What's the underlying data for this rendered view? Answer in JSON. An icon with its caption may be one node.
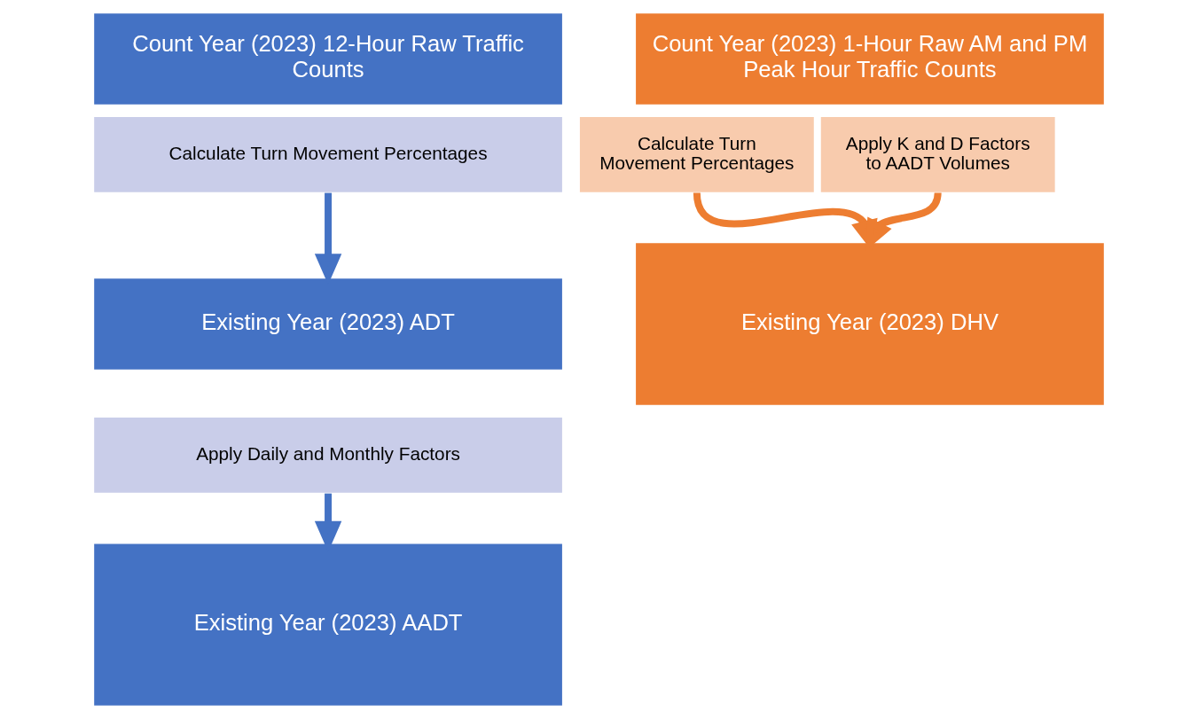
{
  "diagram": {
    "nodes": [
      {
        "text": [
          "Count Year (2023) 12-Hour Raw Traffic Counts"
        ]
      },
      {
        "text": [
          "Calculate Turn Movement Percentages"
        ]
      },
      {
        "text": [
          "Existing Year (2023) ADT"
        ]
      },
      {
        "text": [
          "Apply Daily and Monthly Factors"
        ]
      },
      {
        "text": [
          "Existing Year (2023) AADT"
        ]
      },
      {
        "text": [
          "Count Year (2023) 1-Hour Raw AM and PM Peak Hour Traffic Counts"
        ]
      },
      {
        "text": [
          "Calculate Turn Movement Percentages"
        ]
      },
      {
        "text": [
          "Apply K and D Factors to AADT Volumes"
        ]
      },
      {
        "text": [
          "Existing Year (2023) DHV"
        ]
      }
    ],
    "edges": [
      {
        "from": 1,
        "to": 2,
        "arrow": "to",
        "color": "#4472c4"
      },
      {
        "from": 3,
        "to": 4,
        "arrow": "to",
        "color": "#4472c4"
      },
      {
        "from": 6,
        "to": 8,
        "arrow": "to",
        "color": "#ed7d31"
      },
      {
        "from": 7,
        "to": 8,
        "arrow": "to",
        "color": "#ed7d31"
      }
    ]
  }
}
